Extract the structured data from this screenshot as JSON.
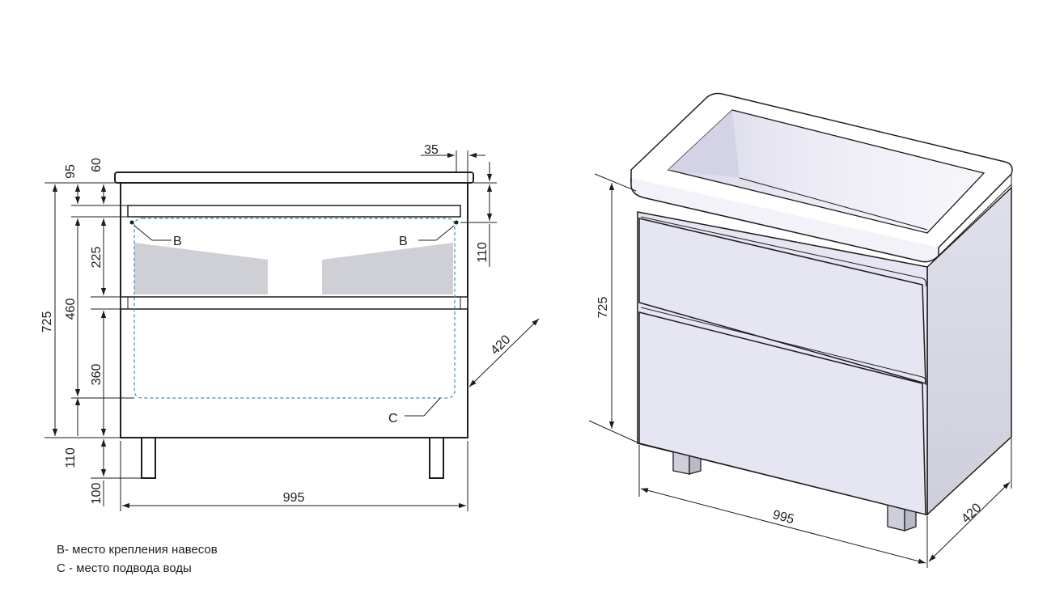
{
  "front_view": {
    "dims": {
      "top_60": "60",
      "top_95": "95",
      "overhang_35": "35",
      "side_110": "110",
      "left_725": "725",
      "left_460": "460",
      "left_225": "225",
      "left_360": "360",
      "left_110": "110",
      "left_100": "100",
      "width_995": "995",
      "depth_420": "420"
    },
    "markers": {
      "b_left": "B",
      "b_right": "B",
      "c": "C"
    }
  },
  "iso_view": {
    "dims": {
      "height_725": "725",
      "width_995": "995",
      "depth_420": "420"
    }
  },
  "legend": {
    "line_b": "B- место крепления навесов",
    "line_c": "C - место подвода воды"
  },
  "colors": {
    "line": "#1e1e1e",
    "dashed_outline": "#3a8fc4",
    "mount_shade": "#cfcfd6",
    "panel_fill": "#e6e6f3",
    "side_fill": "#d6d6e2",
    "basin_inner": "#dcdcea"
  }
}
